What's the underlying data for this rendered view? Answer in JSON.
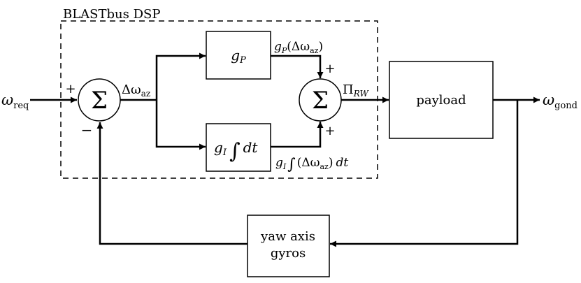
{
  "diagram": {
    "dsp_box_label": "BLASTbus DSP",
    "input": {
      "symbol": "ω",
      "subscript": "req"
    },
    "output": {
      "symbol": "ω",
      "subscript": "gond"
    },
    "sum1": {
      "symbol": "Σ",
      "plus": "+",
      "minus": "−"
    },
    "error_signal": {
      "prefix": "Δω",
      "subscript": "az"
    },
    "proportional_block": {
      "g": "g",
      "sub": "P"
    },
    "proportional_signal": {
      "g": "g",
      "sub": "P",
      "arg": "(Δω",
      "argsub": "az",
      "close": ")"
    },
    "integral_block": {
      "g": "g",
      "sub": "I",
      "integral": "∫",
      "dt": "dt"
    },
    "integral_signal": {
      "g": "g",
      "sub": "I",
      "integral": "∫",
      "arg": "(Δω",
      "argsub": "az",
      "close": ")",
      "dt": "dt"
    },
    "sum2": {
      "symbol": "Σ",
      "plus_top": "+",
      "plus_bottom": "+"
    },
    "command_signal": {
      "symbol": "Π",
      "subscript": "RW"
    },
    "payload_block": {
      "label": "payload"
    },
    "gyro_block": {
      "line1": "yaw axis",
      "line2": "gyros"
    }
  }
}
